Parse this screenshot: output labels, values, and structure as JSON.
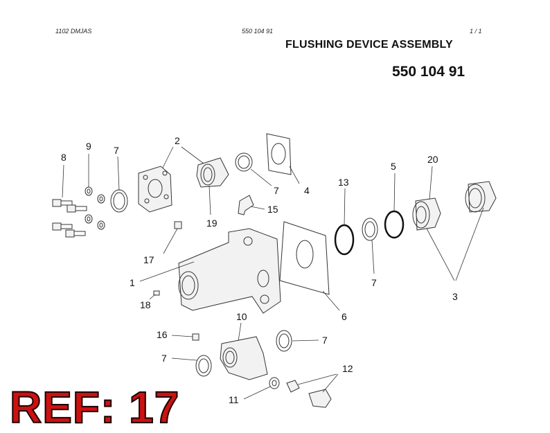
{
  "header": {
    "left": "1102 DMJAS",
    "middle": "550 104 91",
    "right": "1 /   1"
  },
  "title": "FLUSHING DEVICE ASSEMBLY",
  "part_number": "550 104 91",
  "reference": "REF: 17",
  "callouts": [
    "1",
    "2",
    "3",
    "4",
    "5",
    "6",
    "7",
    "8",
    "9",
    "10",
    "11",
    "12",
    "13",
    "15",
    "16",
    "17",
    "18",
    "19",
    "20"
  ]
}
